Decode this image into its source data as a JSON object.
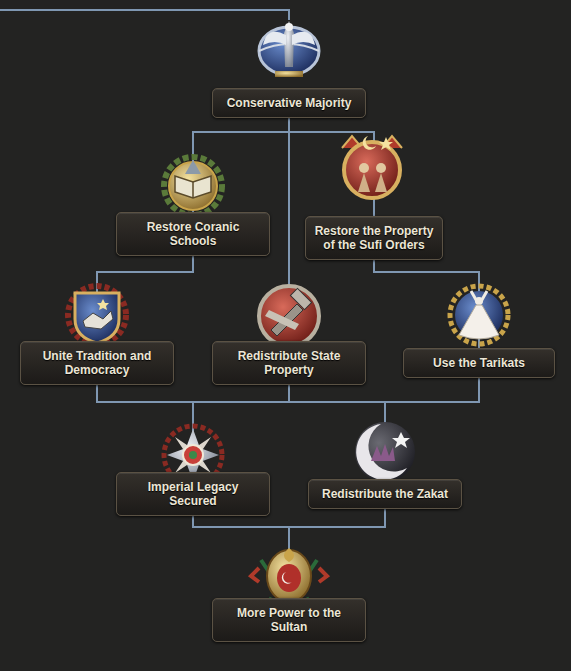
{
  "diagram": {
    "nodes": [
      {
        "text": [
          "Conservative Majority"
        ]
      },
      {
        "text": [
          "Restore Coranic Schools"
        ]
      },
      {
        "text": [
          "Restore the Property of the Sufi Orders"
        ]
      },
      {
        "text": [
          "Unite Tradition and Democracy"
        ]
      },
      {
        "text": [
          "Redistribute State Property"
        ]
      },
      {
        "text": [
          "Use the Tarikats"
        ]
      },
      {
        "text": [
          "Imperial Legacy Secured"
        ]
      },
      {
        "text": [
          "Redistribute the Zakat"
        ]
      },
      {
        "text": [
          "More Power to the Sultan"
        ]
      }
    ],
    "edges": [
      {
        "from": 0,
        "to": 1,
        "arrow": "none"
      },
      {
        "from": 0,
        "to": 4,
        "arrow": "none"
      },
      {
        "from": 0,
        "to": 2,
        "arrow": "none"
      },
      {
        "from": 1,
        "to": 3,
        "arrow": "none"
      },
      {
        "from": 2,
        "to": 5,
        "arrow": "none"
      },
      {
        "from": 3,
        "to": 6,
        "arrow": "none"
      },
      {
        "from": 4,
        "to": 6,
        "arrow": "none"
      },
      {
        "from": 5,
        "to": 6,
        "arrow": "none"
      },
      {
        "from": 3,
        "to": 7,
        "arrow": "none"
      },
      {
        "from": 4,
        "to": 7,
        "arrow": "none"
      },
      {
        "from": 5,
        "to": 7,
        "arrow": "none"
      },
      {
        "from": 6,
        "to": 8,
        "arrow": "none"
      },
      {
        "from": 7,
        "to": 8,
        "arrow": "none"
      }
    ]
  }
}
